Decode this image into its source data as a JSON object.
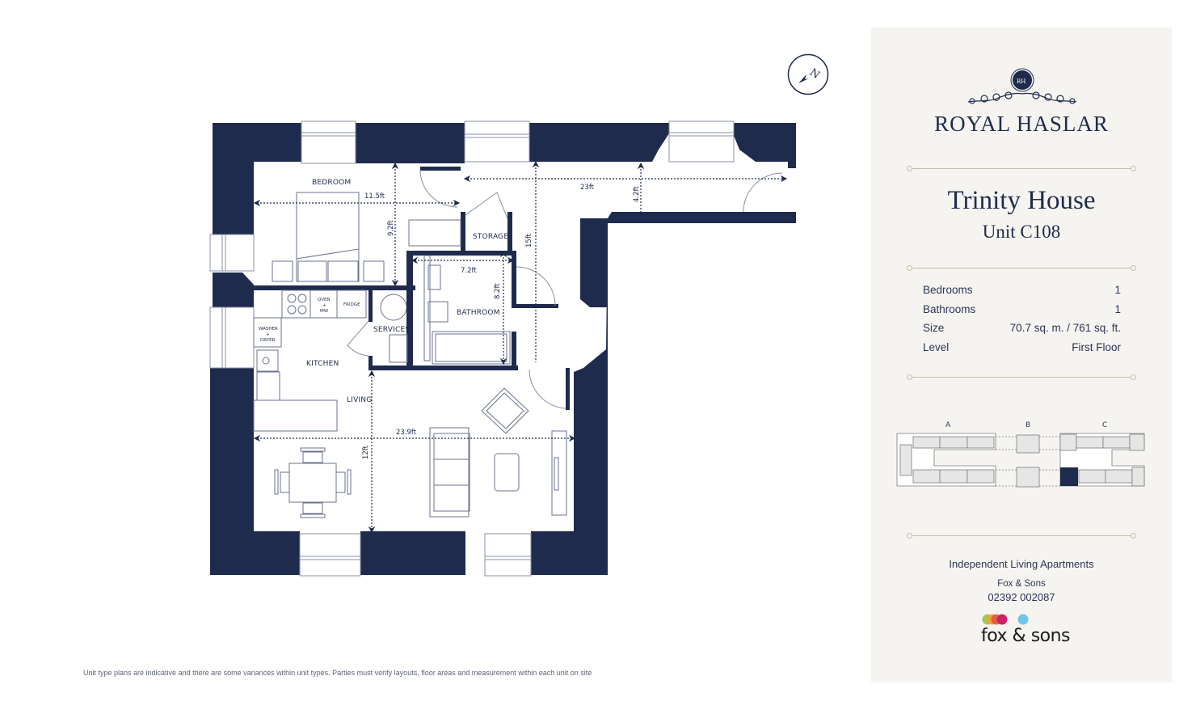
{
  "floorplan": {
    "rooms": [
      {
        "name": "BEDROOM"
      },
      {
        "name": "STORAGE"
      },
      {
        "name": "BATHROOM"
      },
      {
        "name": "SERVICES"
      },
      {
        "name": "KITCHEN"
      },
      {
        "name": "LIVING"
      }
    ],
    "labels": {
      "bedroom": "BEDROOM",
      "storage": "STORAGE",
      "bathroom": "BATHROOM",
      "services": "SERVICES",
      "kitchen": "KITCHEN",
      "living": "LIVING",
      "oven": "OVEN",
      "plus": "+",
      "mw": "MW",
      "fridge": "FRIDGE",
      "washer": "WASHER",
      "dryer": "DRYER"
    },
    "dimensions": {
      "bedroom_width": "11.5ft",
      "bedroom_depth": "9.2ft",
      "hall_width": "23ft",
      "hall_depth": "4.2ft",
      "storage_depth": "15ft",
      "bath_width": "7.2ft",
      "bath_depth": "8.2ft",
      "living_width": "23.9ft",
      "living_depth": "12ft"
    },
    "compass": "N",
    "disclaimer": "Unit type plans are indicative and there are some variances within unit types.  Parties must verify layouts, floor areas and measurement within each unit on site"
  },
  "panel": {
    "brand_monogram": "RH",
    "brand_name": "ROYAL HASLAR",
    "building": "Trinity House",
    "unit": "Unit C108",
    "specs": [
      {
        "label": "Bedrooms",
        "value": "1"
      },
      {
        "label": "Bathrooms",
        "value": "1"
      },
      {
        "label": "Size",
        "value": "70.7 sq. m. / 761 sq. ft."
      },
      {
        "label": "Level",
        "value": "First Floor"
      }
    ],
    "site_blocks": [
      "A",
      "B",
      "C"
    ],
    "tagline": "Independent Living Apartments",
    "agent": "Fox & Sons",
    "phone": "02392 002087",
    "logo_text": "fox & sons",
    "logo_colors": [
      "#9bc23c",
      "#f0a03c",
      "#e4513a",
      "#c9246a",
      "#6ec6ea"
    ],
    "highlight_color": "#1f2b4d"
  }
}
